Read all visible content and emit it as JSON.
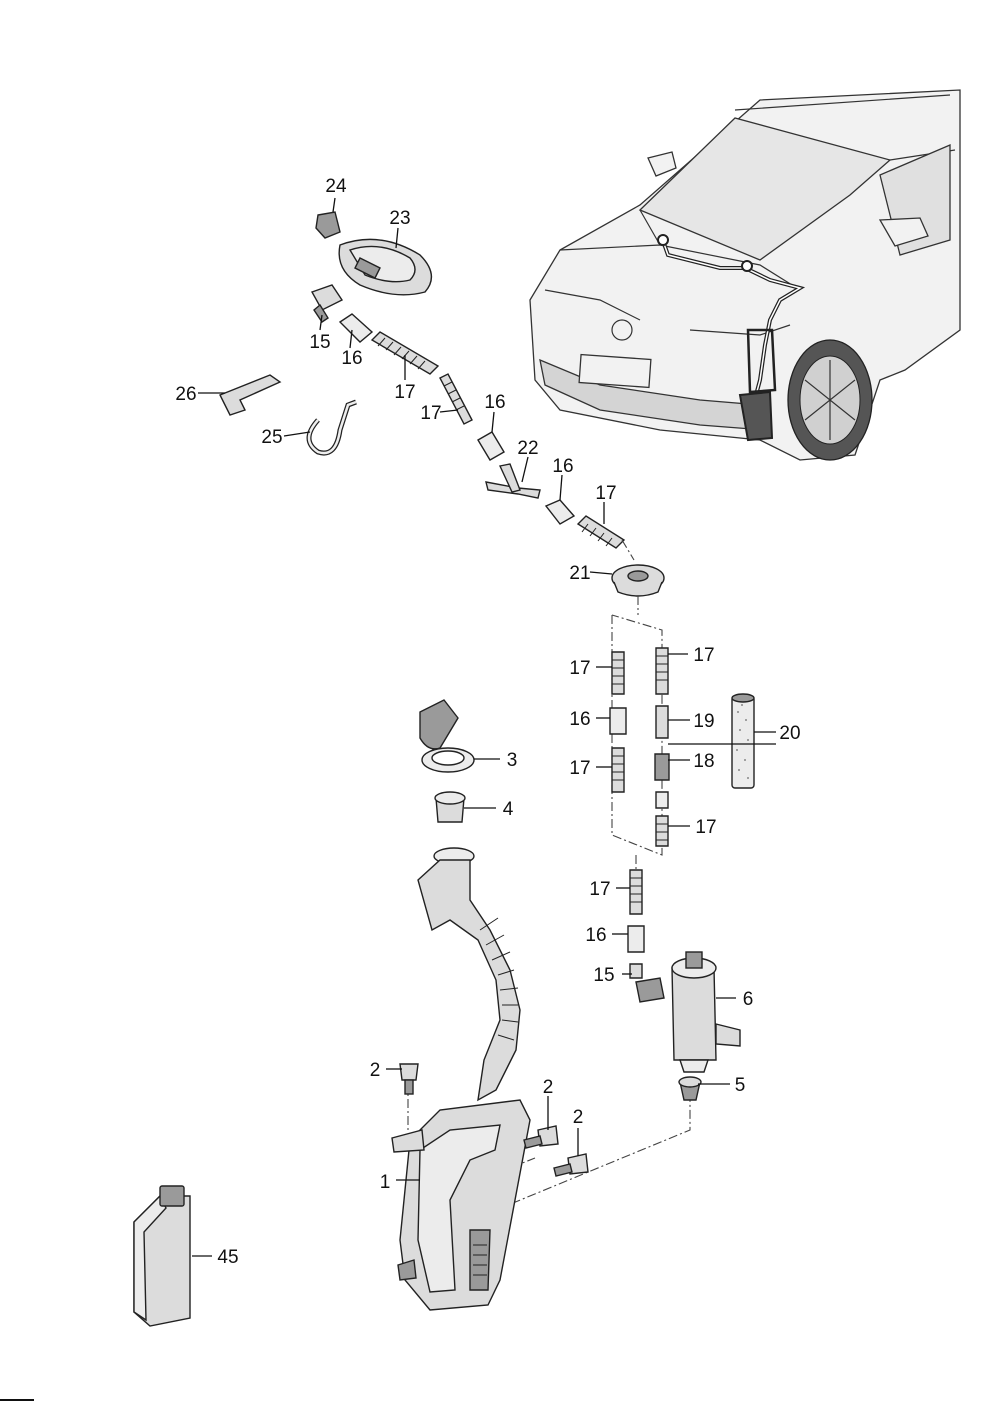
{
  "callouts": [
    "24",
    "23",
    "15",
    "16",
    "17",
    "17",
    "16",
    "26",
    "25",
    "22",
    "16",
    "17",
    "21",
    "17",
    "16",
    "17",
    "17",
    "19",
    "20",
    "18",
    "17",
    "3",
    "4",
    "17",
    "16",
    "15",
    "6",
    "5",
    "2",
    "2",
    "2",
    "1",
    "45"
  ]
}
